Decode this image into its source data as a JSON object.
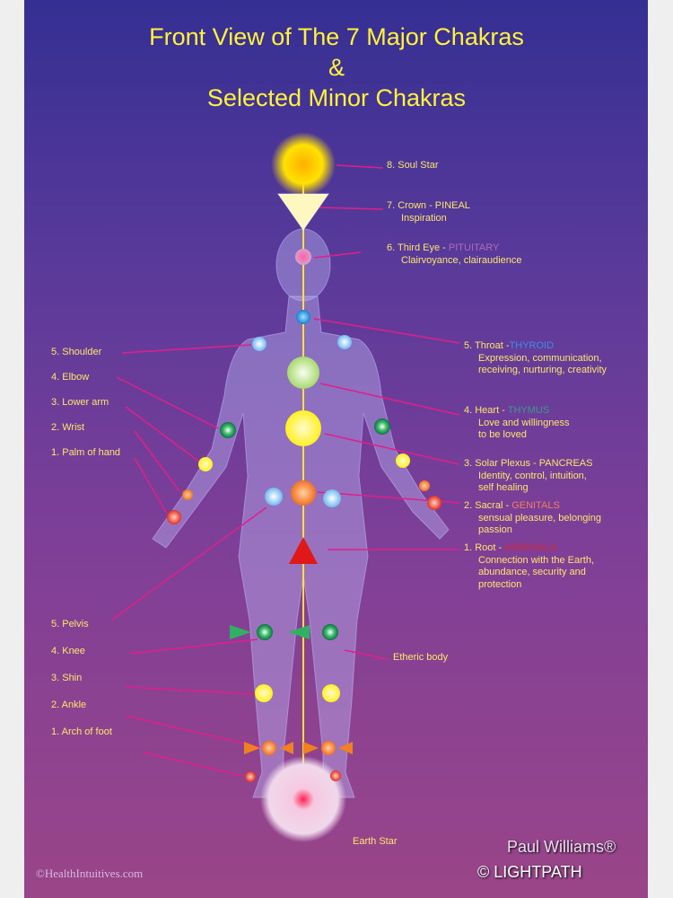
{
  "title": {
    "line1": "Front View of The 7 Major Chakras",
    "line2": "&",
    "line3": "Selected Minor Chakras"
  },
  "major": [
    {
      "label": "8.  Soul Star"
    },
    {
      "label": "7.  Crown - ",
      "gland": "PINEAL",
      "gland_color": "#fde66a",
      "desc": [
        "Inspiration"
      ]
    },
    {
      "label": "6.  Third Eye - ",
      "gland": "PITUITARY",
      "gland_color": "#b06ab8",
      "desc": [
        "Clairvoyance, clairaudience"
      ]
    },
    {
      "label": "5.  Throat -",
      "gland": "THYROID",
      "gland_color": "#3d8de8",
      "desc": [
        "Expression, communication,",
        "receiving, nurturing, creativity"
      ]
    },
    {
      "label": "4.  Heart - ",
      "gland": "THYMUS",
      "gland_color": "#3a9a8a",
      "desc": [
        "Love and willingness",
        "to be loved"
      ]
    },
    {
      "label": "3.  Solar Plexus - ",
      "gland": "PANCREAS",
      "gland_color": "#fde66a",
      "desc": [
        "Identity, control, intuition,",
        "self healing"
      ]
    },
    {
      "label": "2.  Sacral - ",
      "gland": "GENITALS",
      "gland_color": "#f0805a",
      "desc": [
        "sensual pleasure, belonging",
        "passion"
      ]
    },
    {
      "label": "1.  Root - ",
      "gland": "ADRENALS",
      "gland_color": "#d02838",
      "desc": [
        "Connection with the Earth,",
        "abundance, security and",
        "protection"
      ]
    }
  ],
  "arm_minor": [
    "5. Shoulder",
    "4. Elbow",
    "3. Lower arm",
    "2. Wrist",
    "1. Palm of hand"
  ],
  "leg_minor": [
    "5. Pelvis",
    "4. Knee",
    "3. Shin",
    "2. Ankle",
    "1. Arch of foot"
  ],
  "etheric": "Etheric body",
  "earth_star": "Earth Star",
  "footer": {
    "left": "©HealthIntuitives.com",
    "right1": "© LIGHTPATH",
    "right2": "Paul Williams®"
  },
  "colors": {
    "title": "#fff23a",
    "text": "#fde66a",
    "pointer": "#e0208a",
    "central_line": "#ffe030"
  }
}
